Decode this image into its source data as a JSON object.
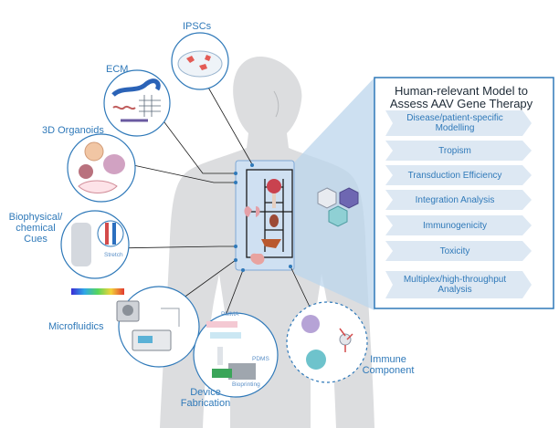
{
  "labels": {
    "ipscs": "IPSCs",
    "ecm": "ECM",
    "organoids": "3D Organoids",
    "biophysical_line1": "Biophysical/",
    "biophysical_line2": "chemical",
    "biophysical_line3": "Cues",
    "stretch": "Stretch",
    "microfluidics": "Microfluidics",
    "device_line1": "Device",
    "device_line2": "Fabrication",
    "pmma": "PMMA",
    "pdms": "PDMS",
    "bioprinting": "Bioprinting",
    "immune_line1": "Immune",
    "immune_line2": "Component"
  },
  "panel": {
    "title_line1": "Human-relevant Model to",
    "title_line2": "Assess AAV Gene Therapy",
    "items": [
      {
        "line1": "Disease/patient-specific",
        "line2": "Modelling"
      },
      {
        "line1": "Tropism",
        "line2": ""
      },
      {
        "line1": "Transduction Efficiency",
        "line2": ""
      },
      {
        "line1": "Integration Analysis",
        "line2": ""
      },
      {
        "line1": "Immunogenicity",
        "line2": ""
      },
      {
        "line1": "Toxicity",
        "line2": ""
      },
      {
        "line1": "Multiplex/high-throughput",
        "line2": "Analysis"
      }
    ]
  },
  "colors": {
    "accent": "#2f79b9",
    "body": "#d9dadc",
    "chevron_fill": "#dde8f3",
    "panel_border": "#2f79b9"
  }
}
